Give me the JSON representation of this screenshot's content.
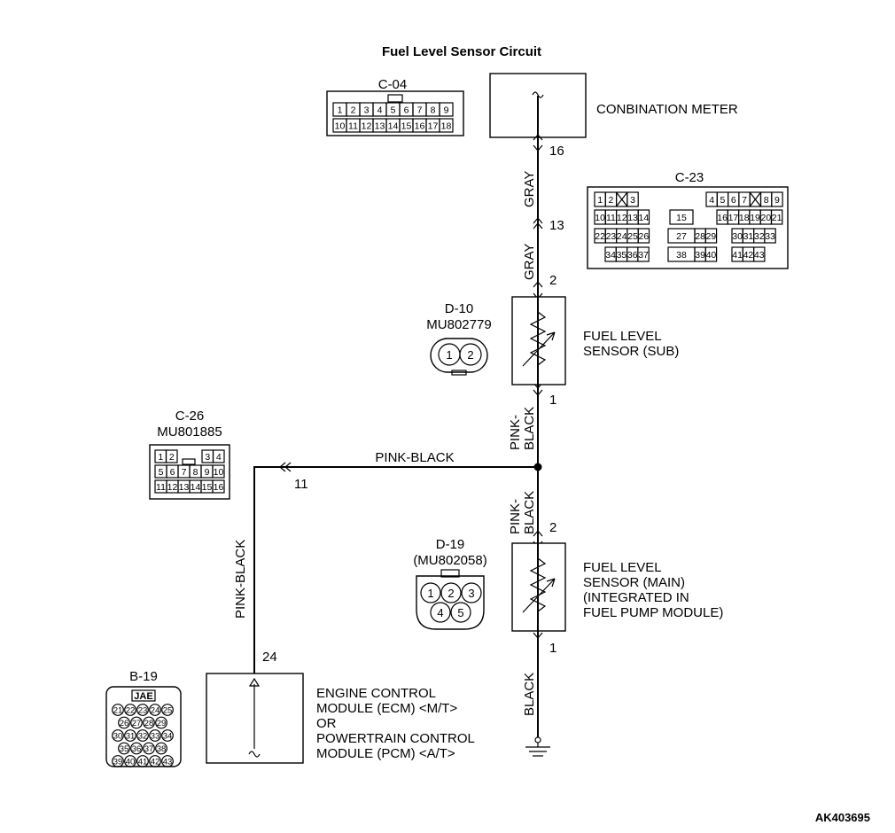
{
  "title": "Fuel Level Sensor Circuit",
  "figure_id": "AK403695",
  "components": {
    "combination_meter": "CONBINATION METER",
    "sensor_sub": [
      "FUEL LEVEL",
      "SENSOR (SUB)"
    ],
    "sensor_main": [
      "FUEL LEVEL",
      "SENSOR (MAIN)",
      "(INTEGRATED IN",
      "FUEL PUMP MODULE)"
    ],
    "ecm": [
      "ENGINE CONTROL",
      "MODULE (ECM) <M/T>",
      "OR",
      "POWERTRAIN CONTROL",
      "MODULE (PCM) <A/T>"
    ]
  },
  "pins": {
    "meter": "16",
    "c23": "13",
    "sub_top": "2",
    "sub_bottom": "1",
    "main_top": "2",
    "main_bottom": "1",
    "c26": "11",
    "ecm": "24"
  },
  "wires": {
    "gray_upper": "GRAY",
    "gray_lower": "GRAY",
    "pink_black_upper": [
      "PINK-",
      "BLACK"
    ],
    "pink_black_lower": [
      "PINK-",
      "BLACK"
    ],
    "pink_black_horizontal": "PINK-BLACK",
    "pink_black_vertical": "PINK-BLACK",
    "black": "BLACK"
  },
  "connectors": {
    "c04": {
      "name": "C-04",
      "row1": [
        "1",
        "2",
        "3",
        "4",
        "5",
        "6",
        "7",
        "8",
        "9"
      ],
      "row2": [
        "10",
        "11",
        "12",
        "13",
        "14",
        "15",
        "16",
        "17",
        "18"
      ]
    },
    "c23": {
      "name": "C-23",
      "rows": [
        [
          "1",
          "2",
          "",
          "3",
          "4",
          "5",
          "6",
          "7",
          "",
          "8",
          "9"
        ],
        [
          "10",
          "11",
          "12",
          "13",
          "14",
          "15",
          "16",
          "17",
          "18",
          "19",
          "20",
          "21"
        ],
        [
          "22",
          "23",
          "24",
          "25",
          "26",
          "27",
          "28",
          "29",
          "30",
          "31",
          "32",
          "33"
        ],
        [
          "34",
          "35",
          "36",
          "37",
          "38",
          "39",
          "40",
          "41",
          "42",
          "43"
        ]
      ]
    },
    "d10": {
      "name": "D-10",
      "part": "MU802779",
      "pins": [
        "1",
        "2"
      ]
    },
    "c26": {
      "name": "C-26",
      "part": "MU801885",
      "rows": [
        [
          "1",
          "2",
          "3",
          "4"
        ],
        [
          "5",
          "6",
          "7",
          "8",
          "9",
          "10"
        ],
        [
          "11",
          "12",
          "13",
          "14",
          "15",
          "16"
        ]
      ]
    },
    "d19": {
      "name": "D-19",
      "part": "(MU802058)",
      "pins": [
        "1",
        "2",
        "3",
        "4",
        "5"
      ]
    },
    "b19": {
      "name": "B-19",
      "brand": "JAE",
      "rows": [
        [
          "21",
          "22",
          "23",
          "24",
          "25"
        ],
        [
          "26",
          "27",
          "28",
          "29"
        ],
        [
          "30",
          "31",
          "32",
          "33",
          "34"
        ],
        [
          "35",
          "36",
          "37",
          "38"
        ],
        [
          "39",
          "40",
          "41",
          "42",
          "43"
        ]
      ]
    }
  }
}
